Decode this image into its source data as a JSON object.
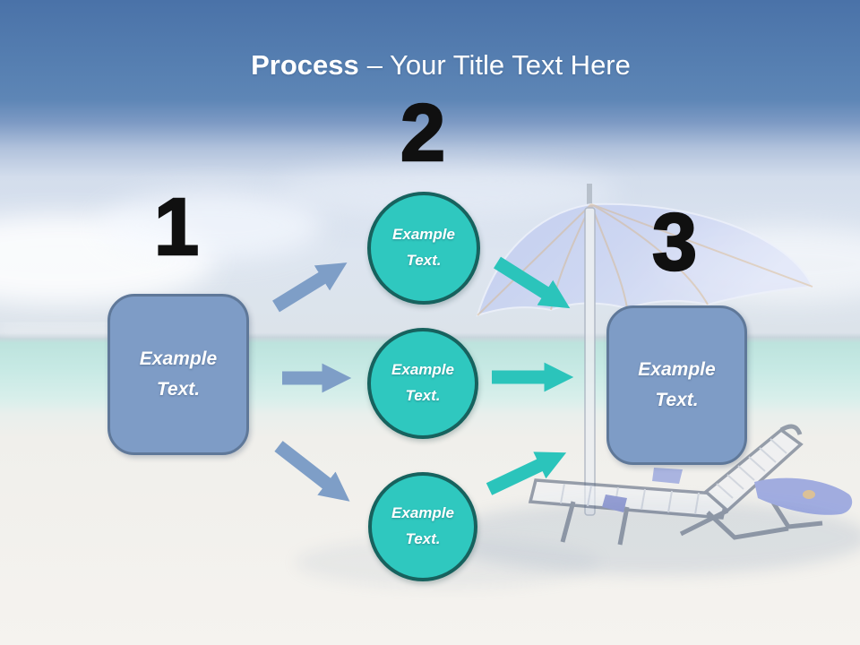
{
  "title": {
    "bold": "Process",
    "rest": "– Your Title Text Here"
  },
  "steps": [
    {
      "number": "1",
      "label": "Example Text."
    },
    {
      "number": "2",
      "labels": [
        "Example Text.",
        "Example Text.",
        "Example Text."
      ]
    },
    {
      "number": "3",
      "label": "Example Text."
    }
  ],
  "colors": {
    "title_text": "#FFFFFF",
    "number_text": "#101010",
    "box_fill": "#7E9CC6",
    "box_border": "#5F7899",
    "circle_fill": "#2FC8BF",
    "circle_border": "#17625E",
    "arrow_blue": "#7E9EC7",
    "arrow_teal": "#2BC4BB",
    "sky_top": "#4A72A8",
    "sea": "#BFE4DE",
    "sand": "#F4F2EE",
    "umbrella_canopy": "#C6CFF2",
    "towel": "#5F75D6"
  },
  "background": {
    "description": "faded beach photo: cloudy sky, turquoise sea, white sand, periwinkle beach umbrella over a slatted lounge chair with blue towel"
  }
}
